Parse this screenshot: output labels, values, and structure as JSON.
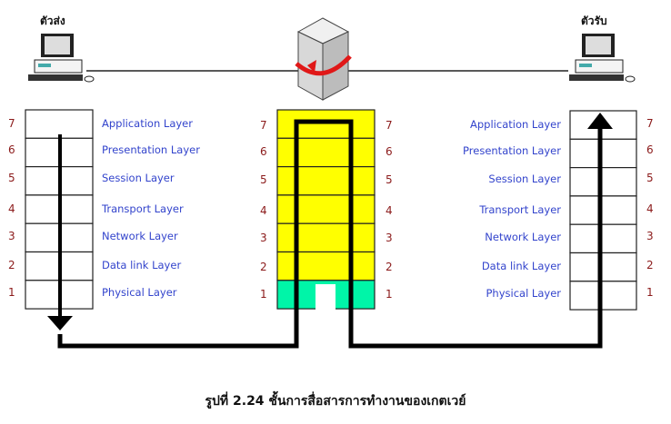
{
  "sender_label": "ตัวส่ง",
  "receiver_label": "ตัวรับ",
  "layers": [
    {
      "num": "7",
      "name": "Application Layer"
    },
    {
      "num": "6",
      "name": "Presentation Layer"
    },
    {
      "num": "5",
      "name": "Session Layer"
    },
    {
      "num": "4",
      "name": "Transport Layer"
    },
    {
      "num": "3",
      "name": "Network Layer"
    },
    {
      "num": "2",
      "name": "Data link Layer"
    },
    {
      "num": "1",
      "name": "Physical Layer"
    }
  ],
  "caption": {
    "prefix": "รูปที่ 2.24",
    "text": " ชั้นการสื่อสารการทำงานของเกตเวย์"
  },
  "colors": {
    "gateway_upper": "#ffff00",
    "gateway_physical": "#00f5a8",
    "label": "#3344cc",
    "number": "#8b1a1a",
    "rotate_arrow": "#e01818"
  }
}
